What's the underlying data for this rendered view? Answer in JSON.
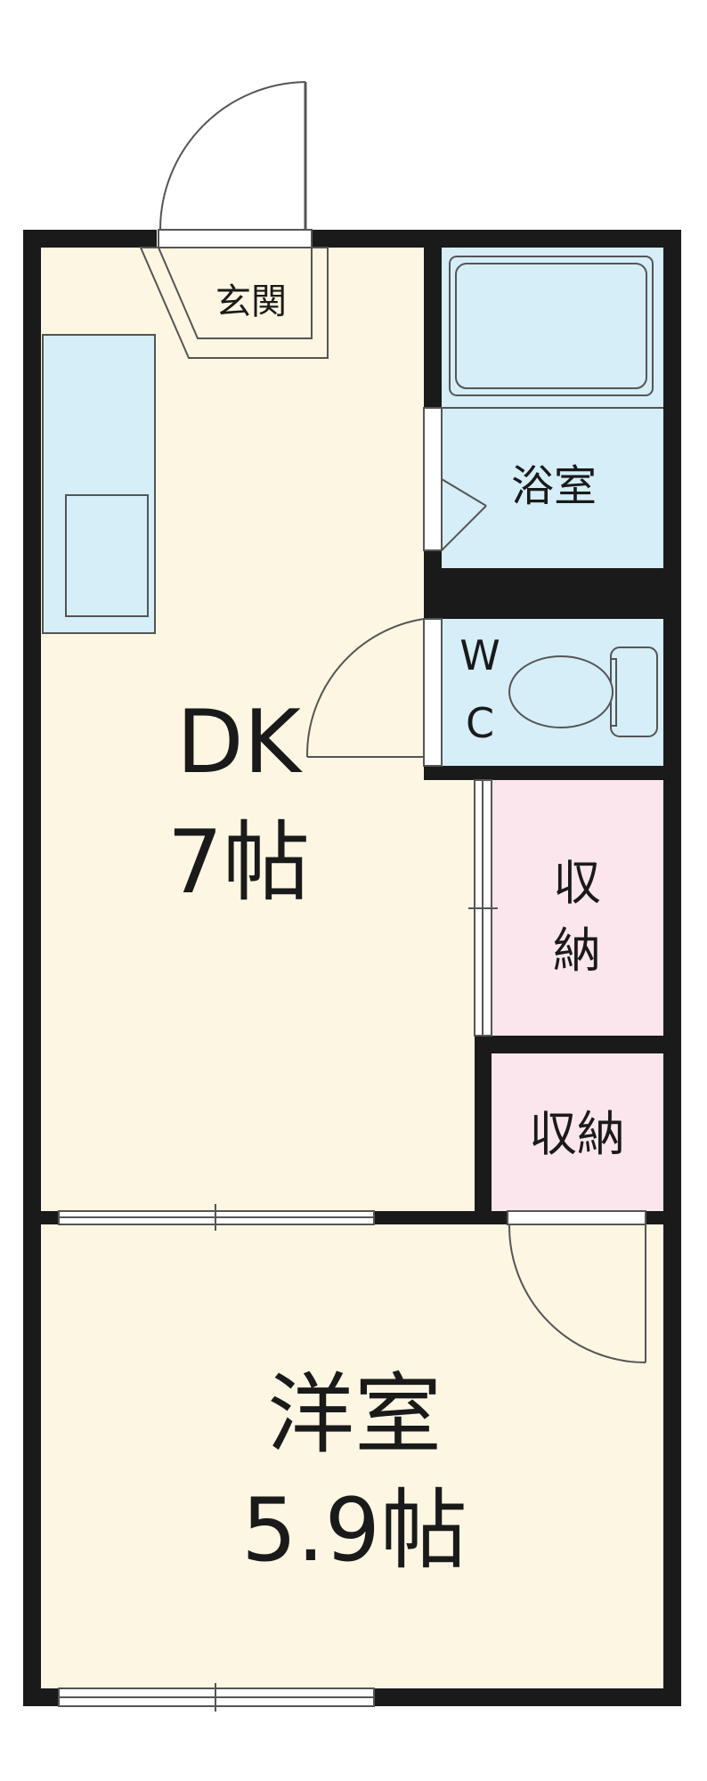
{
  "rooms": {
    "entrance": {
      "label": "玄関"
    },
    "bath": {
      "label": "浴室"
    },
    "toilet": {
      "label_top": "W",
      "label_bottom": "C"
    },
    "dk": {
      "name": "DK",
      "size": "7帖"
    },
    "storage_upper": {
      "label_line1": "収",
      "label_line2": "納"
    },
    "storage_lower": {
      "label": "収納"
    },
    "western_room": {
      "name": "洋室",
      "size": "5.9帖"
    }
  },
  "colors": {
    "wall": "#1a1a1a",
    "living_floor": "#fdf6e3",
    "wet_area": "#d5eef8",
    "storage": "#fbe6ee",
    "line": "#555555"
  }
}
